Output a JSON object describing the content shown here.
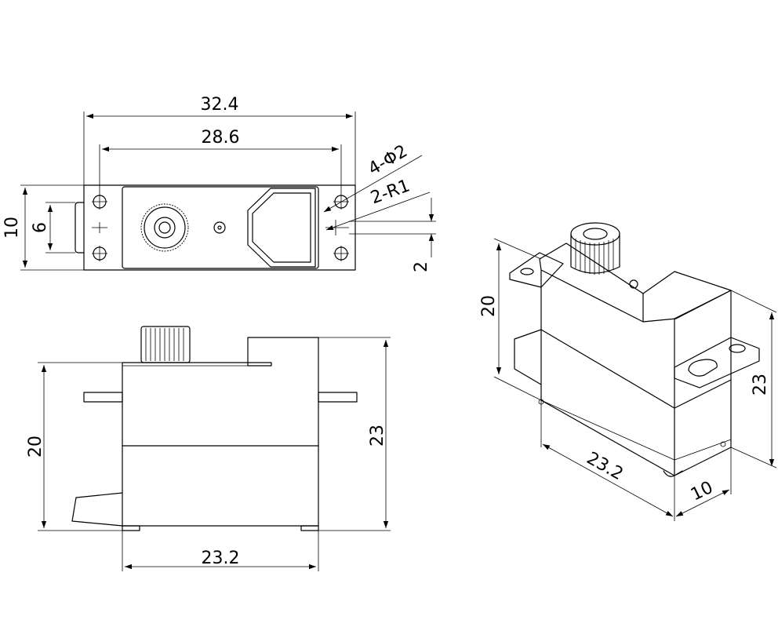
{
  "top_view": {
    "overall_width": "32.4",
    "hole_spacing": "28.6",
    "overall_height": "10",
    "hole_height": "6",
    "slot_dim": "2",
    "hole_callout": "4-Φ2",
    "radius_callout": "2-R1"
  },
  "side_view": {
    "width": "23.2",
    "body_height": "20",
    "total_height": "23"
  },
  "iso_view": {
    "height": "20",
    "total_height": "23",
    "length": "23.2",
    "depth": "10"
  }
}
